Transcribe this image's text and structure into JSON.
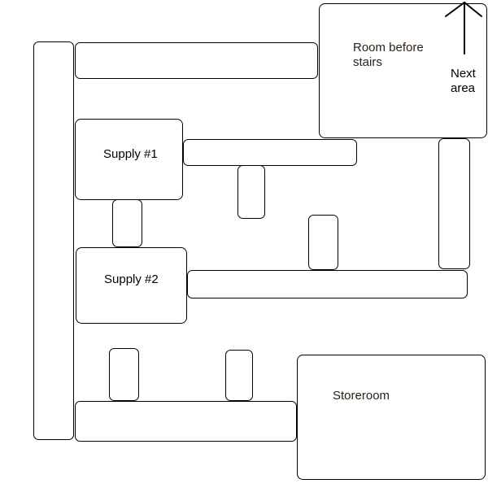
{
  "rooms": {
    "room_before_stairs": {
      "line1": "Room before",
      "line2": "stairs"
    },
    "next_area": {
      "line1": "Next",
      "line2": "area"
    },
    "supply_1": {
      "label": "Supply #1"
    },
    "supply_2": {
      "label": "Supply #2"
    },
    "storeroom": {
      "label": "Storeroom"
    }
  },
  "colors": {
    "stroke": "#000000",
    "background": "#ffffff",
    "label_dark": "#2b2117"
  },
  "icons": {
    "exit_arrow": "arrow-up-icon"
  }
}
